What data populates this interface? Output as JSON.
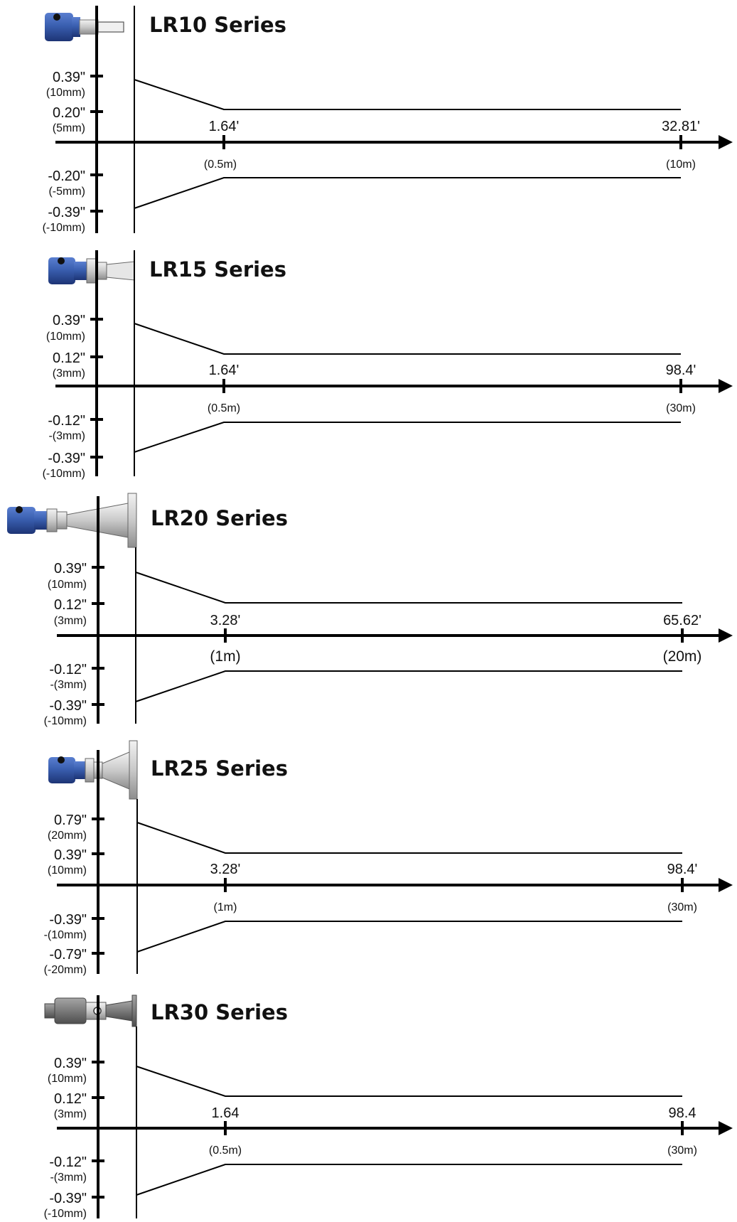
{
  "panels": [
    {
      "title": "LR10 Series",
      "sensor_icon": "radar-level-sensor-rod-antenna",
      "y_ticks": [
        {
          "label": "0.39\"",
          "sub": "(10mm)"
        },
        {
          "label": "0.20\"",
          "sub": "(5mm)"
        },
        {
          "label": "-0.20\"",
          "sub": "(-5mm)"
        },
        {
          "label": "-0.39\"",
          "sub": "(-10mm)"
        }
      ],
      "x_ticks": [
        {
          "label": "1.64'",
          "sub": "(0.5m)"
        },
        {
          "label": "32.81'",
          "sub": "(10m)"
        }
      ]
    },
    {
      "title": "LR15 Series",
      "sensor_icon": "radar-level-sensor-short-horn",
      "y_ticks": [
        {
          "label": "0.39\"",
          "sub": "(10mm)"
        },
        {
          "label": "0.12\"",
          "sub": "(3mm)"
        },
        {
          "label": "-0.12\"",
          "sub": "-(3mm)"
        },
        {
          "label": "-0.39\"",
          "sub": "(-10mm)"
        }
      ],
      "x_ticks": [
        {
          "label": "1.64'",
          "sub": "(0.5m)"
        },
        {
          "label": "98.4'",
          "sub": "(30m)"
        }
      ]
    },
    {
      "title": "LR20 Series",
      "sensor_icon": "radar-level-sensor-flanged-horn",
      "y_ticks": [
        {
          "label": "0.39\"",
          "sub": "(10mm)"
        },
        {
          "label": "0.12\"",
          "sub": "(3mm)"
        },
        {
          "label": "-0.12\"",
          "sub": "-(3mm)"
        },
        {
          "label": "-0.39\"",
          "sub": "(-10mm)"
        }
      ],
      "x_ticks": [
        {
          "label": "3.28'",
          "sub": "(1m)"
        },
        {
          "label": "65.62'",
          "sub": "(20m)"
        }
      ]
    },
    {
      "title": "LR25 Series",
      "sensor_icon": "radar-level-sensor-flanged-horn",
      "y_ticks": [
        {
          "label": "0.79\"",
          "sub": "(20mm)"
        },
        {
          "label": "0.39\"",
          "sub": "(10mm)"
        },
        {
          "label": "-0.39\"",
          "sub": "-(10mm)"
        },
        {
          "label": "-0.79\"",
          "sub": "(-20mm)"
        }
      ],
      "x_ticks": [
        {
          "label": "3.28'",
          "sub": "(1m)"
        },
        {
          "label": "98.4'",
          "sub": "(30m)"
        }
      ]
    },
    {
      "title": "LR30 Series",
      "sensor_icon": "radar-level-sensor-grey-housing",
      "y_ticks": [
        {
          "label": "0.39\"",
          "sub": "(10mm)"
        },
        {
          "label": "0.12\"",
          "sub": "(3mm)"
        },
        {
          "label": "-0.12\"",
          "sub": "-(3mm)"
        },
        {
          "label": "-0.39\"",
          "sub": "(-10mm)"
        }
      ],
      "x_ticks": [
        {
          "label": "1.64",
          "sub": "(0.5m)"
        },
        {
          "label": "98.4",
          "sub": "(30m)"
        }
      ]
    }
  ],
  "colors": {
    "sensor_blue": "#3a5fb0",
    "sensor_blue_dark": "#1f3a80",
    "sensor_grey": "#8a8a8a",
    "horn_grey": "#d6d6d6",
    "line": "#000000"
  }
}
